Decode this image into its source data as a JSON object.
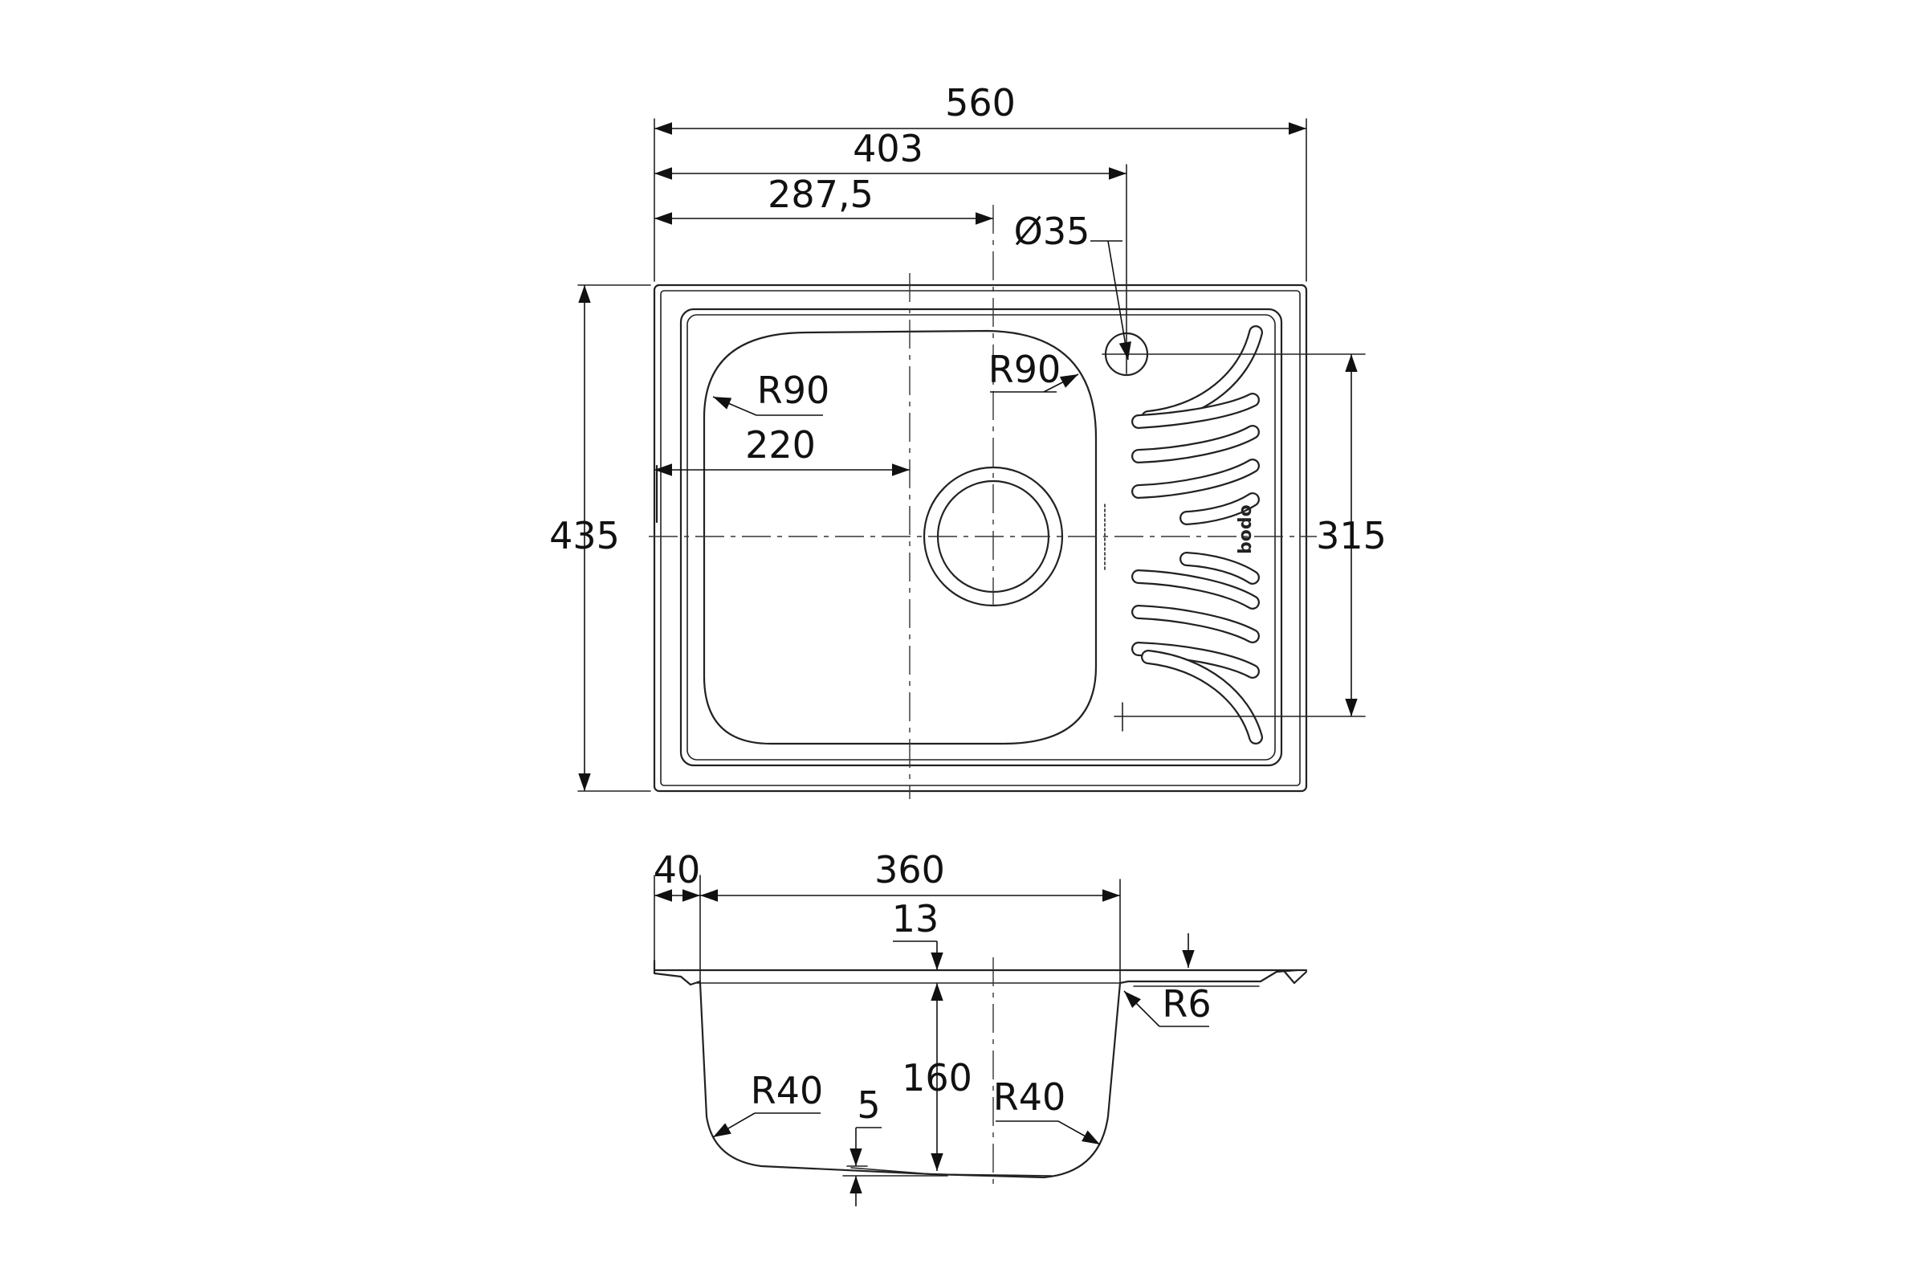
{
  "top_view": {
    "overall_width": "560",
    "faucet_hole_position": "403",
    "drain_position": "287,5",
    "faucet_hole_diameter": "Ø35",
    "bowl_radius_left": "R90",
    "bowl_radius_right": "R90",
    "bowl_edge_to_center": "220",
    "overall_depth": "435",
    "drainboard_length": "315",
    "brand_mark": "bodo"
  },
  "side_view": {
    "flange_width": "40",
    "bowl_width": "360",
    "rim_height": "13",
    "bowl_depth": "160",
    "bottom_radius_left": "R40",
    "bottom_radius_right": "R40",
    "bottom_slope": "5",
    "edge_radius": "R6"
  }
}
